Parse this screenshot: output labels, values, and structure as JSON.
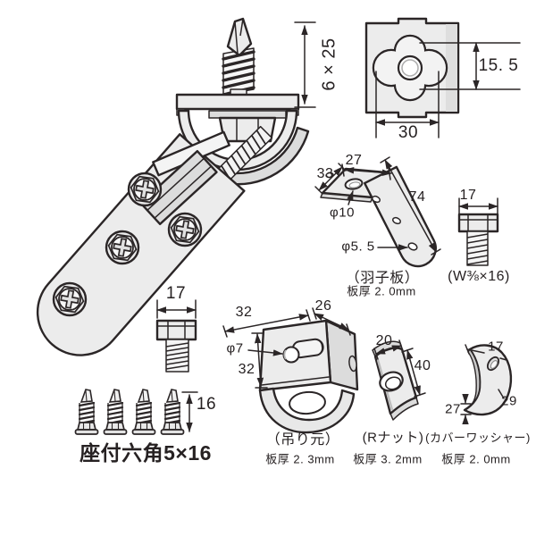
{
  "colors": {
    "line": "#2b2627",
    "fill_light": "#ececec",
    "fill_mid": "#dcdcdc",
    "background": "#ffffff"
  },
  "assembly": {
    "dim_screw": "6 × 25"
  },
  "square_plate": {
    "dim_height": "15. 5",
    "dim_width": "30"
  },
  "hagoita": {
    "dim_top": "27",
    "dim_left": "33",
    "dim_length": "74",
    "dim_hole_large": "φ10",
    "dim_hole_small": "φ5. 5",
    "name": "（羽子板）",
    "thickness": "板厚 2. 0mm"
  },
  "w_bolt": {
    "dim_width": "17",
    "name": "(W⅜×16)"
  },
  "hex_bolt": {
    "dim_width": "17"
  },
  "flange_screws": {
    "dim_length": "16",
    "label": "座付六角5×16"
  },
  "tsurimoto": {
    "dim_top": "32",
    "dim_depth": "26",
    "dim_hole": "φ7",
    "dim_height": "32",
    "name": "（吊り元）",
    "thickness": "板厚 2. 3mm"
  },
  "r_nut": {
    "dim_width": "20",
    "dim_length": "40",
    "name": "(Rナット)",
    "thickness": "板厚 3. 2mm"
  },
  "cover_washer": {
    "dim_top": "17",
    "dim_side": "29",
    "dim_tip": "27",
    "name": "(カバーワッシャー)",
    "thickness": "板厚 2. 0mm"
  }
}
